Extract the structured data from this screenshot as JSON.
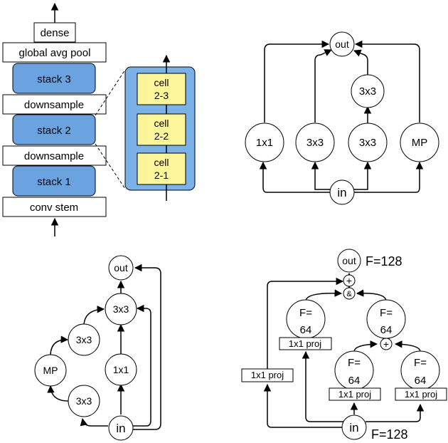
{
  "panel_a": {
    "stack_labels": [
      "dense",
      "global avg pool",
      "stack 3",
      "downsample",
      "stack 2",
      "downsample",
      "stack 1",
      "conv stem"
    ],
    "cell_labels": [
      [
        "cell",
        "2-3"
      ],
      [
        "cell",
        "2-2"
      ],
      [
        "cell",
        "2-1"
      ]
    ]
  },
  "panel_b": {
    "out": "out",
    "in": "in",
    "op_1x1": "1x1",
    "op_3x3_a": "3x3",
    "op_3x3_b": "3x3",
    "op_3x3_top": "3x3",
    "op_mp": "MP"
  },
  "panel_c": {
    "out": "out",
    "in": "in",
    "top_3x3": "3x3",
    "mid_3x3": "3x3",
    "mp": "MP",
    "bottom_3x3": "3x3",
    "conv_1x1": "1x1"
  },
  "panel_d": {
    "out": "out",
    "out_f": "F=128",
    "in": "in",
    "in_f": "F=128",
    "plus": "+",
    "concat": "&",
    "node_f": [
      "F=",
      "64"
    ],
    "proj": "1x1 proj"
  },
  "colors": {
    "stack_fill": "#6aa3e0",
    "cell_fill": "#fdf59a",
    "cell_container_fill": "#7cb1e8"
  }
}
